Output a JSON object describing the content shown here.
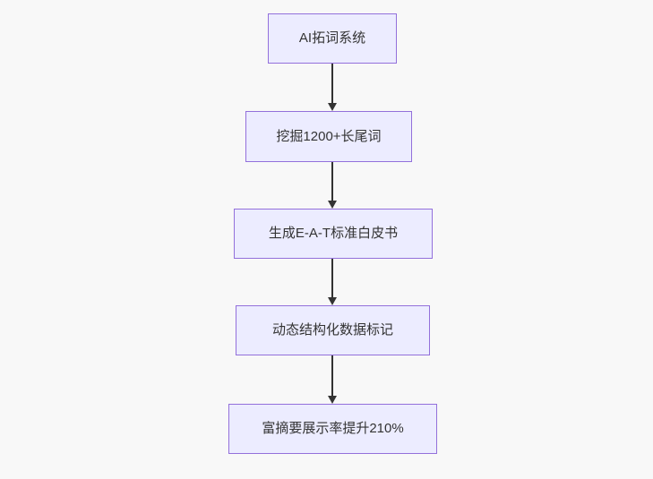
{
  "diagram": {
    "type": "flowchart",
    "direction": "top-down",
    "background_color": "#f8f8f8",
    "node_fill_color": "#ECECFF",
    "node_border_color": "#9370DB",
    "node_text_color": "#333333",
    "arrow_color": "#333333",
    "nodes": [
      {
        "id": "step1",
        "label": "AI拓词系统"
      },
      {
        "id": "step2",
        "label": "挖掘1200+长尾词"
      },
      {
        "id": "step3",
        "label": "生成E-A-T标准白皮书"
      },
      {
        "id": "step4",
        "label": "动态结构化数据标记"
      },
      {
        "id": "step5",
        "label": "富摘要展示率提升210%"
      }
    ],
    "edges": [
      {
        "from": "step1",
        "to": "step2"
      },
      {
        "from": "step2",
        "to": "step3"
      },
      {
        "from": "step3",
        "to": "step4"
      },
      {
        "from": "step4",
        "to": "step5"
      }
    ]
  }
}
